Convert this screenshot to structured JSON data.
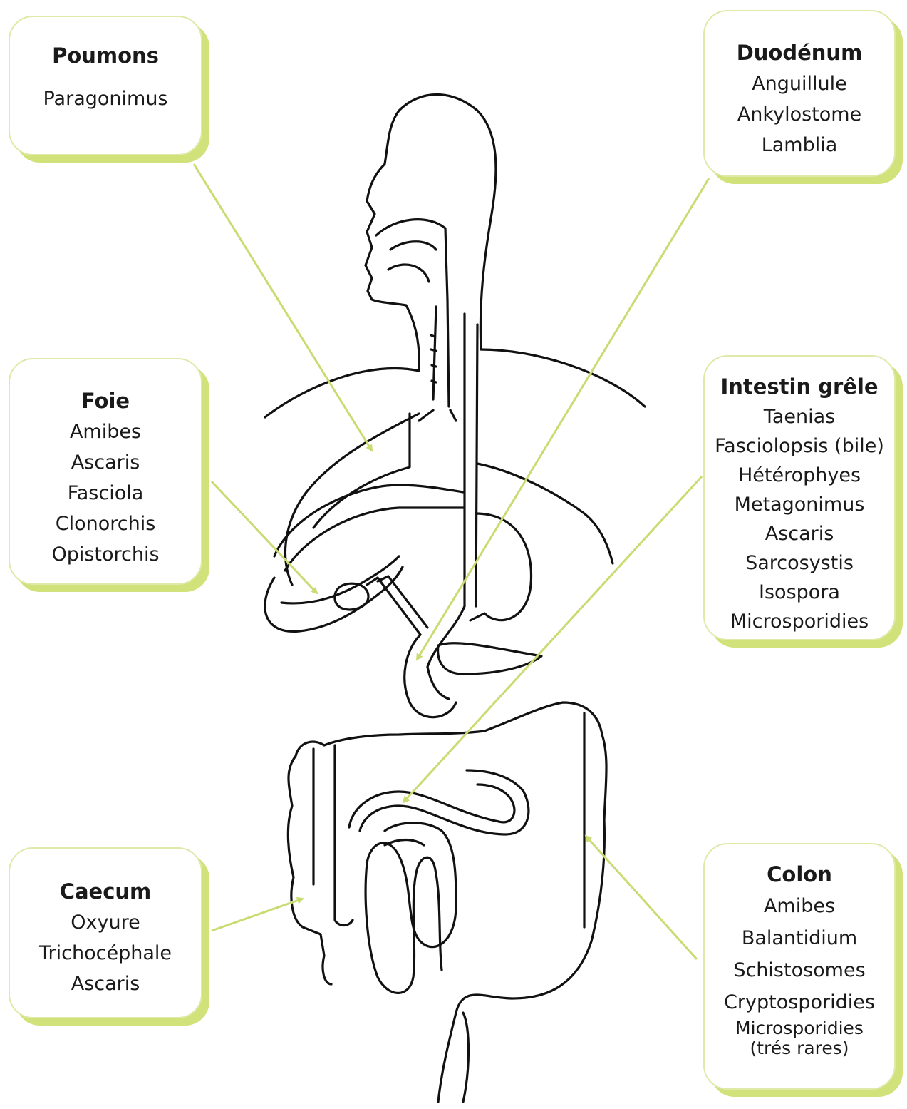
{
  "colors": {
    "box_border": "#dfe9a8",
    "box_shadow": "#d2e27a",
    "arrow": "#c9dc72",
    "anatomy_stroke": "#111111"
  },
  "boxes": {
    "poumons": {
      "title": "Poumons",
      "items": [
        "Paragonimus"
      ]
    },
    "duodenum": {
      "title": "Duodénum",
      "items": [
        "Anguillule",
        "Ankylostome",
        "Lamblia"
      ]
    },
    "foie": {
      "title": "Foie",
      "items": [
        "Amibes",
        "Ascaris",
        "Fasciola",
        "Clonorchis",
        "Opistorchis"
      ]
    },
    "intestin": {
      "title": "Intestin grêle",
      "items": [
        "Taenias",
        "Fasciolopsis (bile)",
        "Hétérophyes",
        "Metagonimus",
        "Ascaris",
        "Sarcosystis",
        "Isospora",
        "Microsporidies"
      ]
    },
    "caecum": {
      "title": "Caecum",
      "items": [
        "Oxyure",
        "Trichocéphale",
        "Ascaris"
      ]
    },
    "colon": {
      "title": "Colon",
      "items": [
        "Amibes",
        "Balantidium",
        "Schistosomes",
        "Cryptosporidies",
        "Microsporidies",
        "(trés rares)"
      ]
    }
  }
}
